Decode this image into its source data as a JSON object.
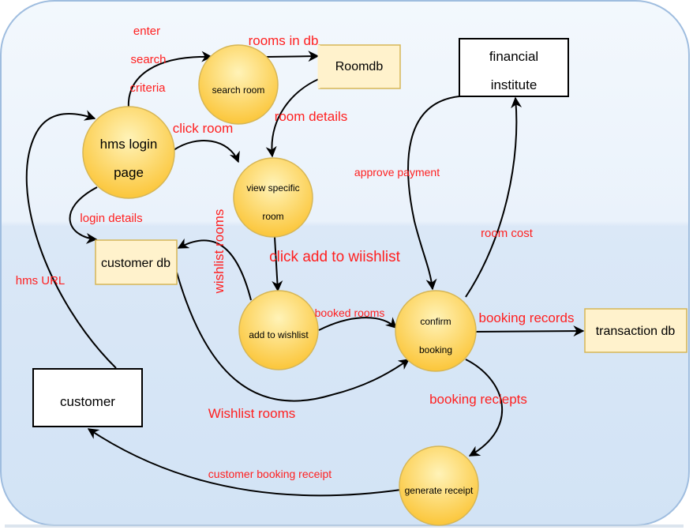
{
  "processes": [
    {
      "id": "search_room",
      "lines": [
        "search room"
      ]
    },
    {
      "id": "hms_login",
      "lines": [
        "hms login",
        "page"
      ]
    },
    {
      "id": "view_room",
      "lines": [
        "view specific",
        "room"
      ]
    },
    {
      "id": "add_wishlist",
      "lines": [
        "add to wishlist"
      ]
    },
    {
      "id": "confirm_booking",
      "lines": [
        "confirm",
        "booking"
      ]
    },
    {
      "id": "generate_receipt",
      "lines": [
        "generate receipt"
      ]
    }
  ],
  "datastores": [
    {
      "id": "roomdb",
      "label": "Roomdb"
    },
    {
      "id": "customer_db",
      "label": "customer db"
    },
    {
      "id": "transaction_db",
      "label": "transaction db"
    }
  ],
  "entities": [
    {
      "id": "financial",
      "lines": [
        "financial",
        "institute"
      ]
    },
    {
      "id": "customer",
      "lines": [
        "customer"
      ]
    }
  ],
  "flow_labels": [
    {
      "id": "enter_search",
      "text": "enter"
    },
    {
      "id": "search_word",
      "text": "search"
    },
    {
      "id": "criteria_word",
      "text": "criteria"
    },
    {
      "id": "rooms_in_db",
      "text": "rooms in db"
    },
    {
      "id": "room_details",
      "text": "room details"
    },
    {
      "id": "click_room",
      "text": "click room"
    },
    {
      "id": "login_details",
      "text": "login details"
    },
    {
      "id": "hms_url",
      "text": "hms URL"
    },
    {
      "id": "wishlist_rooms_v",
      "text": "wishlist rooms"
    },
    {
      "id": "click_add",
      "text": "click add to wiishlist"
    },
    {
      "id": "booked_rooms",
      "text": "booked rooms"
    },
    {
      "id": "approve_payment",
      "text": "approve payment"
    },
    {
      "id": "room_cost",
      "text": "room cost"
    },
    {
      "id": "booking_records",
      "text": "booking records"
    },
    {
      "id": "wishlist_rooms_h",
      "text": "Wishlist rooms"
    },
    {
      "id": "booking_receipts",
      "text": "booking reciepts"
    },
    {
      "id": "customer_receipt",
      "text": "customer booking receipt"
    }
  ],
  "colors": {
    "background_top": "#ffffff",
    "background_bottom": "#d6e6f7",
    "frame_border": "#9fbddf",
    "process_fill_light": "#fff2b3",
    "process_fill_dark": "#fbc83c",
    "process_stroke": "#d6b656",
    "datastore_fill": "#fff2cc",
    "datastore_stroke": "#d6b656",
    "entity_fill": "#ffffff",
    "entity_stroke": "#000000",
    "label_color": "#ff0000",
    "arrow_color": "#000000"
  }
}
